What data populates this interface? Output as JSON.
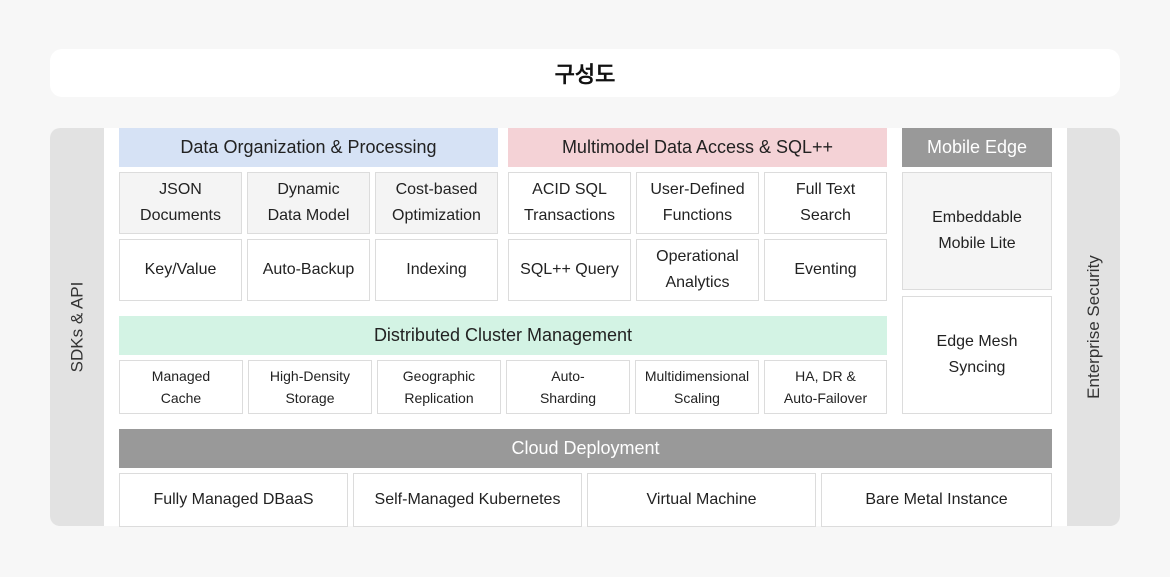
{
  "title": "구성도",
  "side_left": "SDKs & API",
  "side_right": "Enterprise Security",
  "data_org": {
    "header": "Data Organization & Processing",
    "row1": [
      "JSON\nDocuments",
      "Dynamic\nData Model",
      "Cost-based\nOptimization"
    ],
    "row2": [
      "Key/Value",
      "Auto-Backup",
      "Indexing"
    ]
  },
  "multimodel": {
    "header": "Multimodel Data Access & SQL++",
    "row1": [
      "ACID SQL\nTransactions",
      "User-Defined\nFunctions",
      "Full Text\nSearch"
    ],
    "row2": [
      "SQL++ Query",
      "Operational\nAnalytics",
      "Eventing"
    ]
  },
  "mobile_edge": {
    "header": "Mobile Edge",
    "items": [
      "Embeddable\nMobile Lite",
      "Edge Mesh\nSyncing"
    ]
  },
  "cluster": {
    "header": "Distributed Cluster Management",
    "items": [
      "Managed\nCache",
      "High-Density\nStorage",
      "Geographic\nReplication",
      "Auto-\nSharding",
      "Multidimensional\nScaling",
      "HA, DR &\nAuto-Failover"
    ]
  },
  "cloud": {
    "header": "Cloud Deployment",
    "items": [
      "Fully Managed DBaaS",
      "Self-Managed Kubernetes",
      "Virtual Machine",
      "Bare Metal Instance"
    ]
  },
  "colors": {
    "data_org_header": "#d6e2f5",
    "multimodel_header": "#f4d2d6",
    "cluster_header": "#d3f3e4",
    "gray_header": "#999999"
  }
}
